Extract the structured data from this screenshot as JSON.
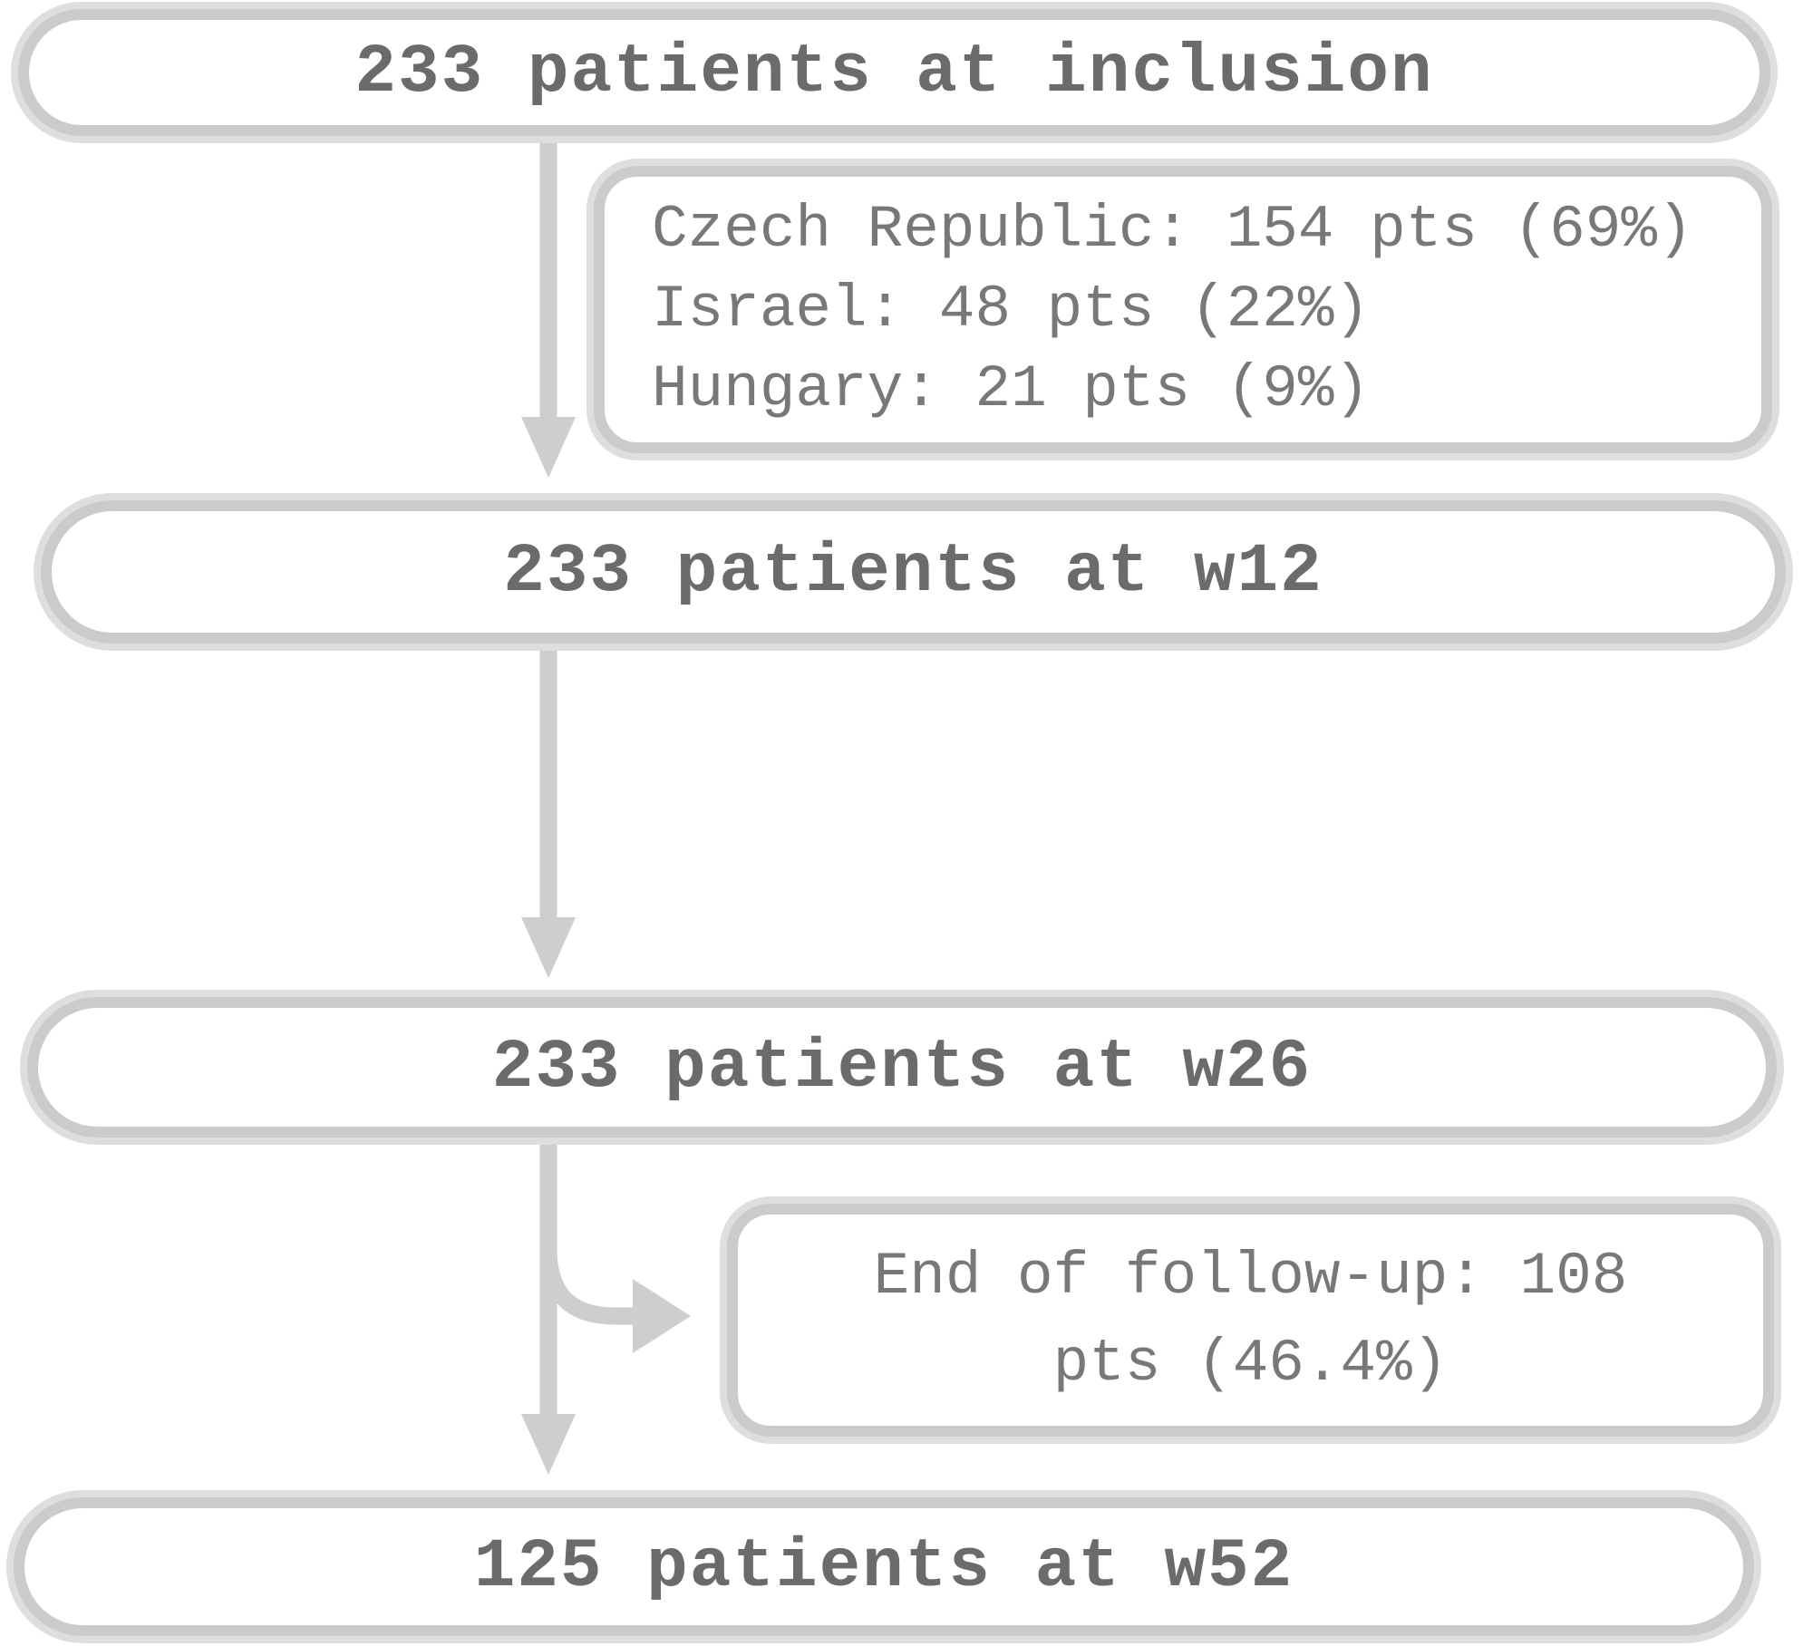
{
  "colors": {
    "box_border": "#cbcbcb",
    "box_ring": "#dedede",
    "arrow": "#cecece",
    "main_text": "#6b6b6b",
    "note_text": "#787878",
    "background": "#ffffff"
  },
  "flow": {
    "main_boxes": [
      {
        "id": "inclusion",
        "label": "233 patients at inclusion"
      },
      {
        "id": "w12",
        "label": "233 patients at w12"
      },
      {
        "id": "w26",
        "label": "233 patients at w26"
      },
      {
        "id": "w52",
        "label": "125 patients at w52"
      }
    ],
    "annotations": [
      {
        "id": "countries",
        "lines": [
          "Czech Republic: 154 pts (69%)",
          "Israel: 48 pts (22%)",
          "Hungary: 21 pts (9%)"
        ]
      },
      {
        "id": "end_of_follow_up",
        "lines": [
          "End of follow-up: 108",
          "pts (46.4%)"
        ]
      }
    ],
    "arrows": [
      {
        "id": "inclusion-to-w12",
        "glyph": "down-arrow"
      },
      {
        "id": "w12-to-w26",
        "glyph": "down-arrow"
      },
      {
        "id": "w26-to-w52",
        "glyph": "down-arrow"
      },
      {
        "id": "w26-to-end-of-follow-up",
        "glyph": "curved-right-arrow"
      }
    ]
  }
}
